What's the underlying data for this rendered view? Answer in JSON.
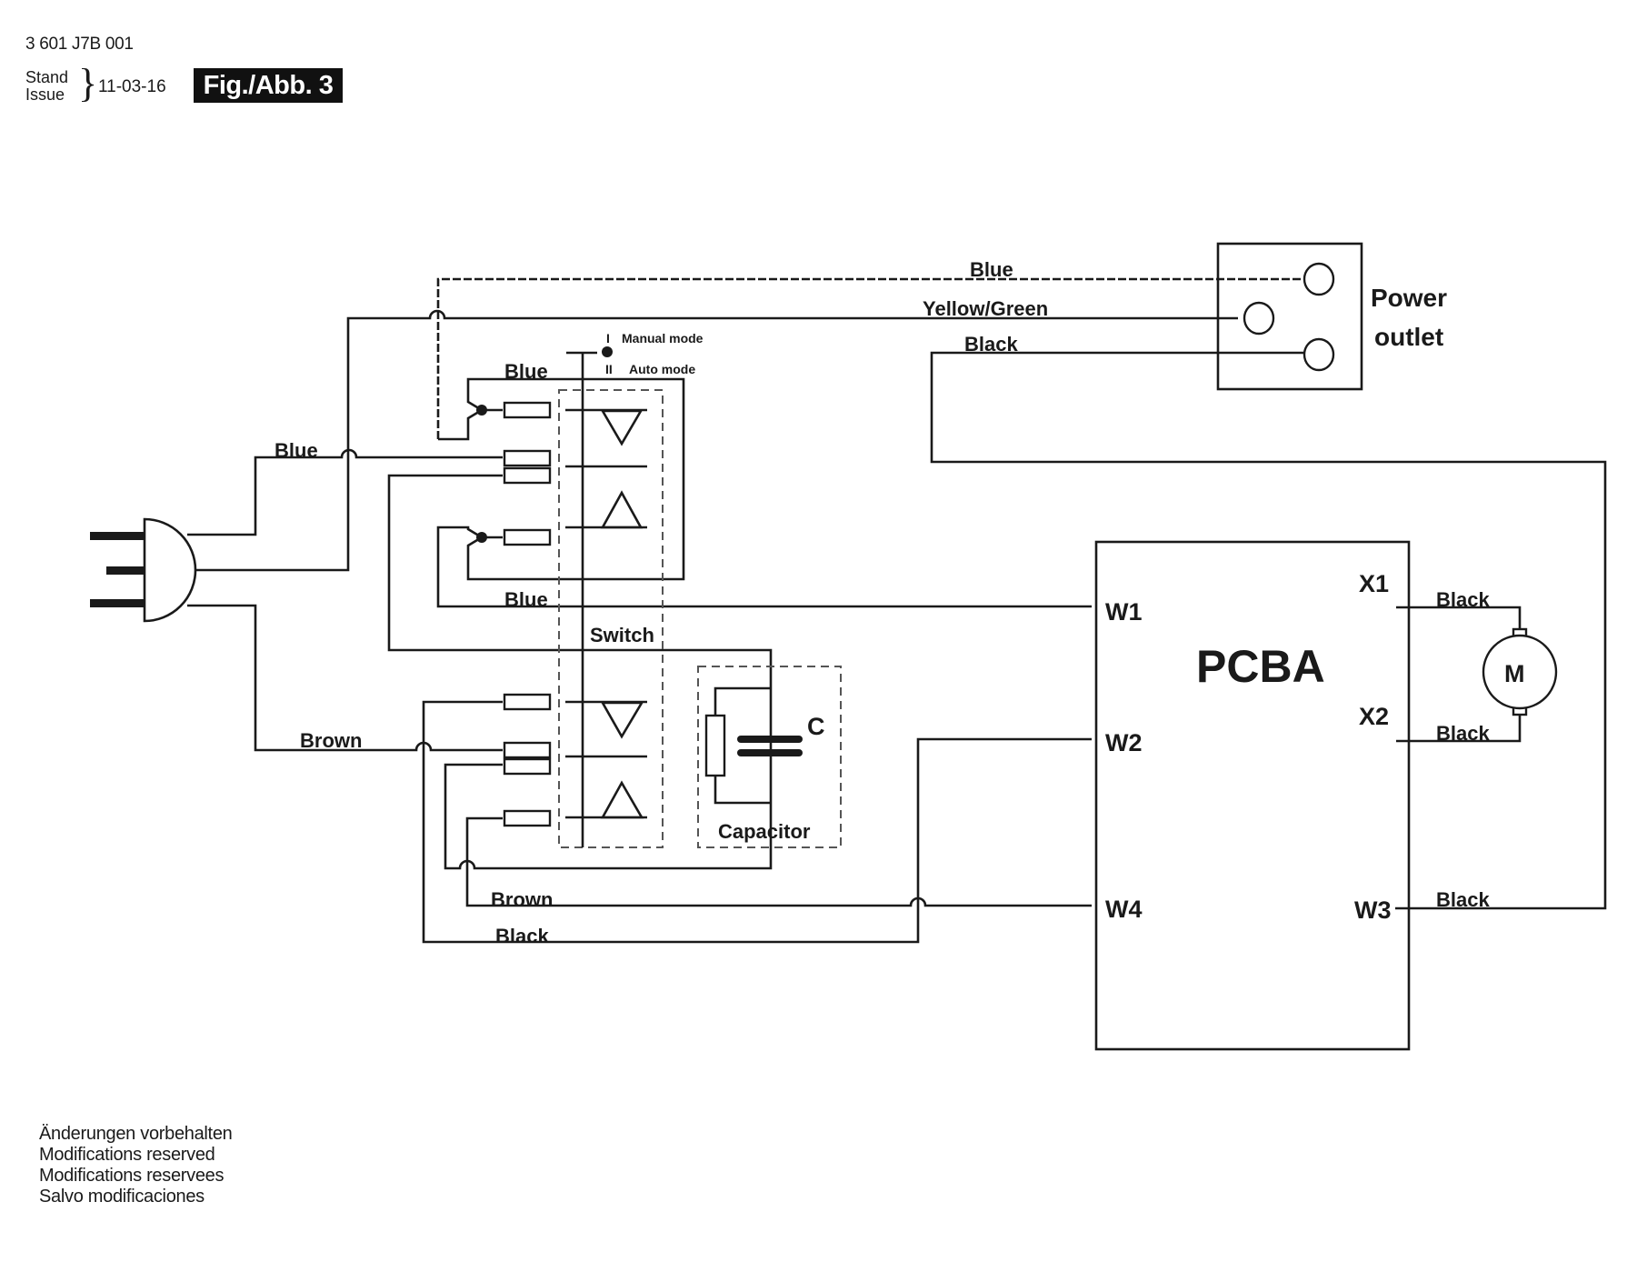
{
  "header": {
    "part_number": "3 601 J7B 001",
    "stand_label": "Stand",
    "issue_label": "Issue",
    "date": "11-03-16",
    "figure_label": "Fig./Abb. 3"
  },
  "diagram": {
    "switch": {
      "label": "Switch",
      "mode_manual_marker": "I",
      "mode_manual": "Manual mode",
      "mode_auto_marker": "II",
      "mode_auto": "Auto mode"
    },
    "capacitor": {
      "symbol": "C",
      "label": "Capacitor"
    },
    "power_outlet": {
      "line1": "Power",
      "line2": "outlet"
    },
    "pcba": {
      "label": "PCBA",
      "pins": [
        "W1",
        "W2",
        "W4",
        "X1",
        "X2",
        "W3"
      ]
    },
    "motor": {
      "label": "M"
    },
    "wire_labels": {
      "outlet_blue": "Blue",
      "outlet_yellow_green": "Yellow/Green",
      "outlet_black": "Black",
      "switch_top_blue": "Blue",
      "plug_blue": "Blue",
      "w1_blue": "Blue",
      "plug_brown": "Brown",
      "w4_brown": "Brown",
      "w2_black": "Black",
      "x1_black": "Black",
      "x2_black": "Black",
      "w3_black": "Black"
    }
  },
  "footer": {
    "lines": [
      "Änderungen vorbehalten",
      "Modifications reserved",
      "Modifications reservees",
      "Salvo modificaciones"
    ]
  }
}
